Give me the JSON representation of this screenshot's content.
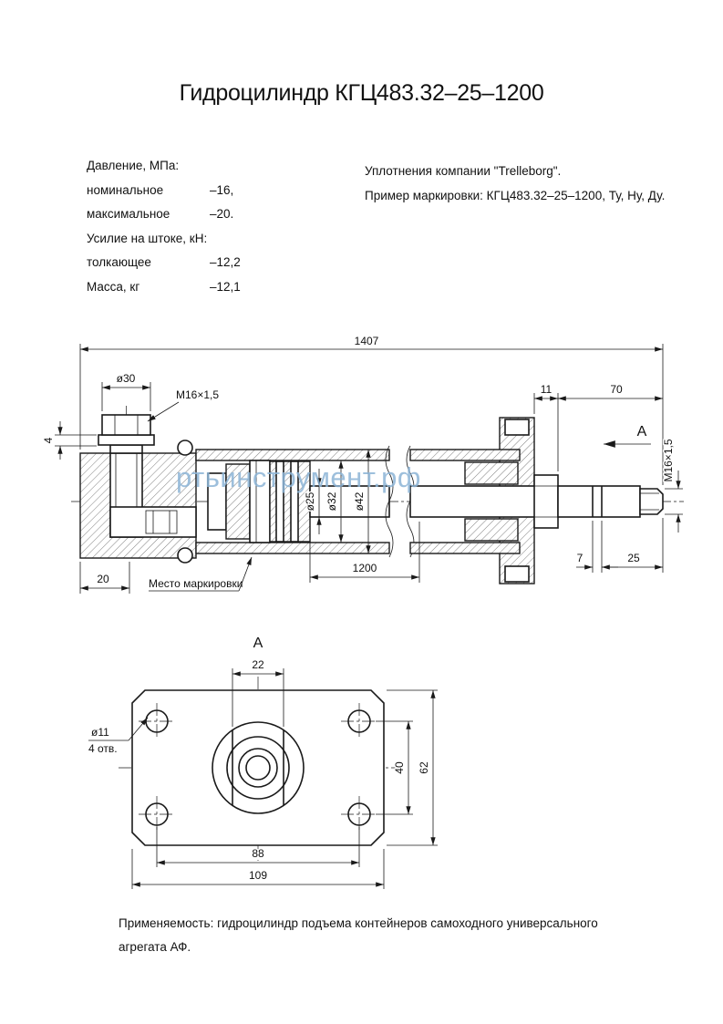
{
  "page": {
    "title": "Гидроцилиндр КГЦ483.32–25–1200"
  },
  "specs": {
    "rows": [
      {
        "label": "Давление, МПа:",
        "value": ""
      },
      {
        "label": "номинальное",
        "value": "–16,"
      },
      {
        "label": "максимальное",
        "value": "–20."
      },
      {
        "label": "Усилие на штоке, кН:",
        "value": ""
      },
      {
        "label": "толкающее",
        "value": "–12,2"
      },
      {
        "label": "Масса, кг",
        "value": "–12,1"
      }
    ]
  },
  "notes": {
    "seals": "Уплотнения компании \"Trelleborg\".",
    "marking_example": "Пример маркировки: КГЦ483.32–25–1200, Ту, Ну, Ду."
  },
  "watermark": "ртьинструмент.рф",
  "main_view": {
    "dim_overall": "1407",
    "dim_port_diameter": "ø30",
    "dim_port_thread": "М16×1,5",
    "dim_boss_height": "4",
    "dim_flange_offset": "11",
    "dim_rod_extension": "70",
    "view_arrow_label": "А",
    "dim_rod_thread": "М16×1,5",
    "dim_rod_diameter": "ø25",
    "dim_bore_diameter": "ø32",
    "dim_tube_diameter": "ø42",
    "dim_stroke": "1200",
    "dim_base_width": "20",
    "marking_note": "Место маркировки",
    "dim_groove": "7",
    "dim_thread_length": "25"
  },
  "section_view": {
    "label": "А",
    "dim_flats": "22",
    "hole_diameter": "ø11",
    "hole_count": "4 отв.",
    "dim_hole_spacing_v": "40",
    "dim_height": "62",
    "dim_hole_spacing_h": "88",
    "dim_width": "109"
  },
  "footer": {
    "line1": "Применяемость: гидроцилиндр подъема контейнеров самоходного универсального",
    "line2": "агрегата АФ."
  }
}
